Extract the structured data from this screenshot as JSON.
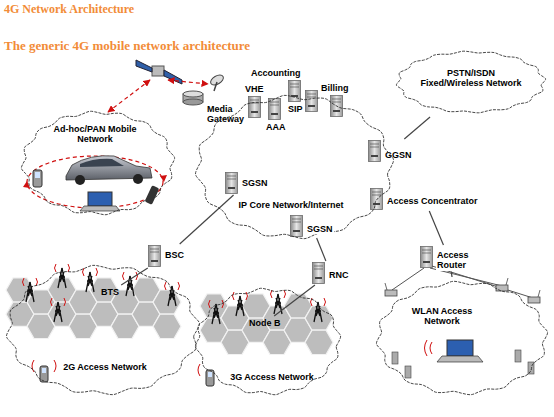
{
  "diagram": {
    "title": "4G Network Architecture",
    "nodes": [
      {
        "text": [
          "Ad-hoc/PAN Mobile Network"
        ]
      },
      {
        "text": [
          "Accounting"
        ]
      },
      {
        "text": [
          "VHE"
        ]
      },
      {
        "text": [
          "SIP"
        ]
      },
      {
        "text": [
          "AAA"
        ]
      },
      {
        "text": [
          "Billing"
        ]
      },
      {
        "text": [
          "PSTN/ISDN Fixed/Wireless Network"
        ]
      },
      {
        "text": [
          "Media Gateway"
        ]
      },
      {
        "text": [
          "GGSN"
        ]
      },
      {
        "text": [
          "IP Core Network/Internet"
        ]
      },
      {
        "text": [
          "SGSN"
        ]
      },
      {
        "text": [
          "Access Concentrator"
        ]
      },
      {
        "text": [
          "SGSN"
        ]
      },
      {
        "text": [
          "BSC"
        ]
      },
      {
        "text": [
          "RNC"
        ]
      },
      {
        "text": [
          "Access Router"
        ]
      },
      {
        "text": [
          "2G Access Network"
        ]
      },
      {
        "text": [
          "BTS"
        ],
        "in": 16
      },
      {
        "text": [
          "3G Access Network"
        ]
      },
      {
        "text": [
          "Node B"
        ],
        "in": 18
      },
      {
        "text": [
          "WLAN Access Network"
        ]
      }
    ],
    "edges": [
      {
        "from": 10,
        "to": 13,
        "arrow": "none"
      },
      {
        "from": 12,
        "to": 14,
        "arrow": "none"
      },
      {
        "from": 11,
        "to": 15,
        "arrow": "none"
      },
      {
        "from": 8,
        "to": 6,
        "arrow": "none"
      },
      {
        "from": 13,
        "to": 17,
        "arrow": "none"
      },
      {
        "from": 14,
        "to": 19,
        "arrow": "none"
      },
      {
        "from": 15,
        "to": 20,
        "arrow": "none"
      }
    ],
    "labels": [
      "The generic 4G mobile network architecture"
    ]
  }
}
